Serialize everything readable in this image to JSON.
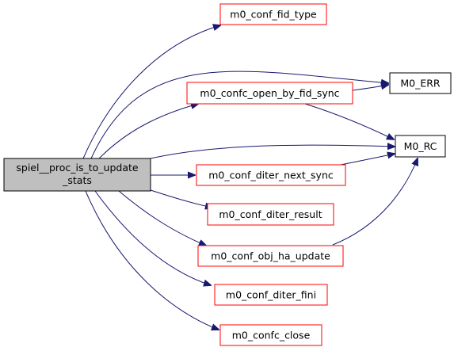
{
  "colors": {
    "edge": "#191970",
    "root_fill": "#bfbfbf",
    "root_stroke": "#000000",
    "callee_stroke": "#ff0000",
    "leaf_stroke": "#000000",
    "node_fill": "#ffffff"
  },
  "nodes": {
    "root": {
      "line1": "spiel__proc_is_to_update",
      "line2": "_stats"
    },
    "fid_type": {
      "label": "m0_conf_fid_type"
    },
    "open_sync": {
      "label": "m0_confc_open_by_fid_sync"
    },
    "err": {
      "label": "M0_ERR"
    },
    "rc": {
      "label": "M0_RC"
    },
    "diter_next": {
      "label": "m0_conf_diter_next_sync"
    },
    "diter_result": {
      "label": "m0_conf_diter_result"
    },
    "ha_update": {
      "label": "m0_conf_obj_ha_update"
    },
    "diter_fini": {
      "label": "m0_conf_diter_fini"
    },
    "confc_close": {
      "label": "m0_confc_close"
    }
  },
  "edges": [
    {
      "from": "spiel__proc_is_to_update_stats",
      "to": "m0_conf_fid_type"
    },
    {
      "from": "spiel__proc_is_to_update_stats",
      "to": "M0_ERR"
    },
    {
      "from": "spiel__proc_is_to_update_stats",
      "to": "m0_confc_open_by_fid_sync"
    },
    {
      "from": "spiel__proc_is_to_update_stats",
      "to": "M0_RC"
    },
    {
      "from": "spiel__proc_is_to_update_stats",
      "to": "m0_conf_diter_next_sync"
    },
    {
      "from": "spiel__proc_is_to_update_stats",
      "to": "m0_conf_diter_result"
    },
    {
      "from": "spiel__proc_is_to_update_stats",
      "to": "m0_conf_obj_ha_update"
    },
    {
      "from": "spiel__proc_is_to_update_stats",
      "to": "m0_conf_diter_fini"
    },
    {
      "from": "spiel__proc_is_to_update_stats",
      "to": "m0_confc_close"
    },
    {
      "from": "m0_confc_open_by_fid_sync",
      "to": "M0_ERR"
    },
    {
      "from": "m0_confc_open_by_fid_sync",
      "to": "M0_RC"
    },
    {
      "from": "m0_conf_diter_next_sync",
      "to": "M0_RC"
    },
    {
      "from": "m0_conf_obj_ha_update",
      "to": "M0_RC"
    }
  ]
}
